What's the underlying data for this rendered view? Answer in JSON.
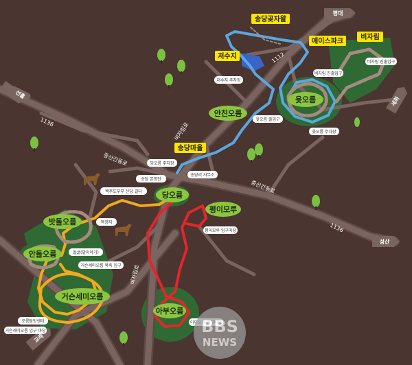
{
  "colors": {
    "background": "#4a3530",
    "road": "#7a6460",
    "road_casing": "#5e4843",
    "forest": "#2f6a35",
    "oreum": "#8cc63f",
    "trail_blue": "#5aa7e0",
    "trail_orange": "#f4a81c",
    "trail_red": "#e3262a",
    "trail_gray": "#a68a7f",
    "yellow_label": "#ffe400",
    "pond": "#3a64c8"
  },
  "place_labels": {
    "songdang_spring": "송당곶자왈",
    "jeosuji": "저수지",
    "eise_park": "에이스파크",
    "bijarim": "비자림",
    "songdang_village": "송당마을"
  },
  "oreums": {
    "yuk": "윳오름",
    "anchin": "안친오름",
    "dang": "당오름",
    "pyeongi": "평이모루",
    "batdol": "밧돌오름",
    "andol": "안돌오름",
    "geosun": "거슨세미오름",
    "abu": "아부오름"
  },
  "road_labels": {
    "r1112_north": "1112",
    "r1136_west": "1136",
    "r1136_east": "1136",
    "bijarim_ro_north": "비자림로",
    "bijarim_ro_south": "비자림로",
    "jungsangan_west": "중산간동로",
    "jungsangan_east": "중산간동로"
  },
  "direction_labels": {
    "pyeongdae": "평대",
    "seonheul": "선흘",
    "sehwa": "세화",
    "seongsan": "성산",
    "gyorae": "교래"
  },
  "poi_labels": {
    "bijarim_trail_entrance": "비자림 진출입구",
    "bijarim_entrance2": "비자림 진출입구",
    "jeosuji_parking": "저수지 주차장",
    "yuk_entrance": "윳오름 출입구",
    "yuk_parking": "윳오름 주차장",
    "dang_parking": "당오름 주차장",
    "songdang_bonhyangdang": "송당 본향단",
    "songdangri_office": "송당리 사무소",
    "baekjuho_shrine": "백주또부부 신당 길터",
    "mokjangji": "목장지",
    "pyeongi_entrance": "평이모루 입구마당",
    "seomgorae_poi": "돌굴(밭이야기)",
    "geosun_north_entrance": "거슨세미오름 북측 입구",
    "oreum_info_center": "오름탐방센터",
    "geosun_entrance_yard": "거슨세미오름 입구 마당",
    "abu_entrance": "아부오름 입구마당"
  },
  "watermark": {
    "line1": "BBS",
    "line2": "NEWS"
  }
}
